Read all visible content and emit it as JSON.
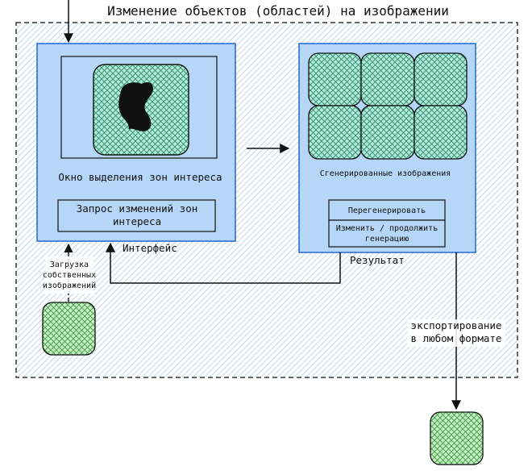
{
  "title": "Изменение объектов (областей) на изображении",
  "left_panel": {
    "selection_caption": "Окно выделения зон интереса",
    "request_button_line1": "Запрос изменений зон",
    "request_button_line2": "интереса",
    "label": "Интерфейс"
  },
  "right_panel": {
    "generated_caption": "Сгенерированные изображения",
    "regenerate_button": "Перегенерировать",
    "change_button_line1": "Изменить / продолжить",
    "change_button_line2": "генерацию",
    "label": "Результат"
  },
  "upload_label": {
    "line1": "Загрузка",
    "line2": "собственных",
    "line3": "изображений"
  },
  "export_label": {
    "line1": "экспортирование",
    "line2": "в любом формате"
  },
  "colors": {
    "panel_fill": "#b5d6f7",
    "panel_stroke": "#2a6fd6",
    "tile_fill": "#b2ecd8",
    "tile_hatch": "#2d8a70",
    "upload_hatch": "#3f9a3f",
    "upload_fill": "#c8f0c8"
  }
}
